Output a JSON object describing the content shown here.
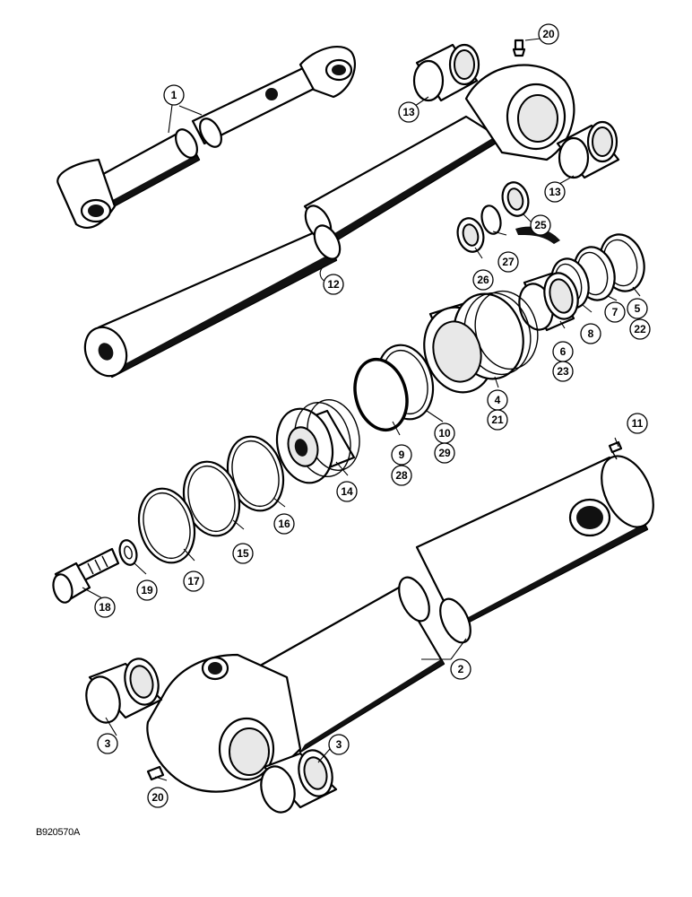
{
  "drawing_id": "B920570A",
  "callouts": [
    {
      "id": "c1",
      "label": "1"
    },
    {
      "id": "c2",
      "label": "2"
    },
    {
      "id": "c3a",
      "label": "3"
    },
    {
      "id": "c3b",
      "label": "3"
    },
    {
      "id": "c4",
      "label": "4"
    },
    {
      "id": "c5",
      "label": "5"
    },
    {
      "id": "c6",
      "label": "6"
    },
    {
      "id": "c7",
      "label": "7"
    },
    {
      "id": "c8",
      "label": "8"
    },
    {
      "id": "c9",
      "label": "9"
    },
    {
      "id": "c10",
      "label": "10"
    },
    {
      "id": "c11",
      "label": "11"
    },
    {
      "id": "c12",
      "label": "12"
    },
    {
      "id": "c13a",
      "label": "13"
    },
    {
      "id": "c13b",
      "label": "13"
    },
    {
      "id": "c14",
      "label": "14"
    },
    {
      "id": "c15",
      "label": "15"
    },
    {
      "id": "c16",
      "label": "16"
    },
    {
      "id": "c17",
      "label": "17"
    },
    {
      "id": "c18",
      "label": "18"
    },
    {
      "id": "c19",
      "label": "19"
    },
    {
      "id": "c20a",
      "label": "20"
    },
    {
      "id": "c20b",
      "label": "20"
    },
    {
      "id": "c21",
      "label": "21"
    },
    {
      "id": "c22",
      "label": "22"
    },
    {
      "id": "c23",
      "label": "23"
    },
    {
      "id": "c25",
      "label": "25"
    },
    {
      "id": "c26",
      "label": "26"
    },
    {
      "id": "c27",
      "label": "27"
    },
    {
      "id": "c28",
      "label": "28"
    },
    {
      "id": "c29",
      "label": "29"
    }
  ]
}
